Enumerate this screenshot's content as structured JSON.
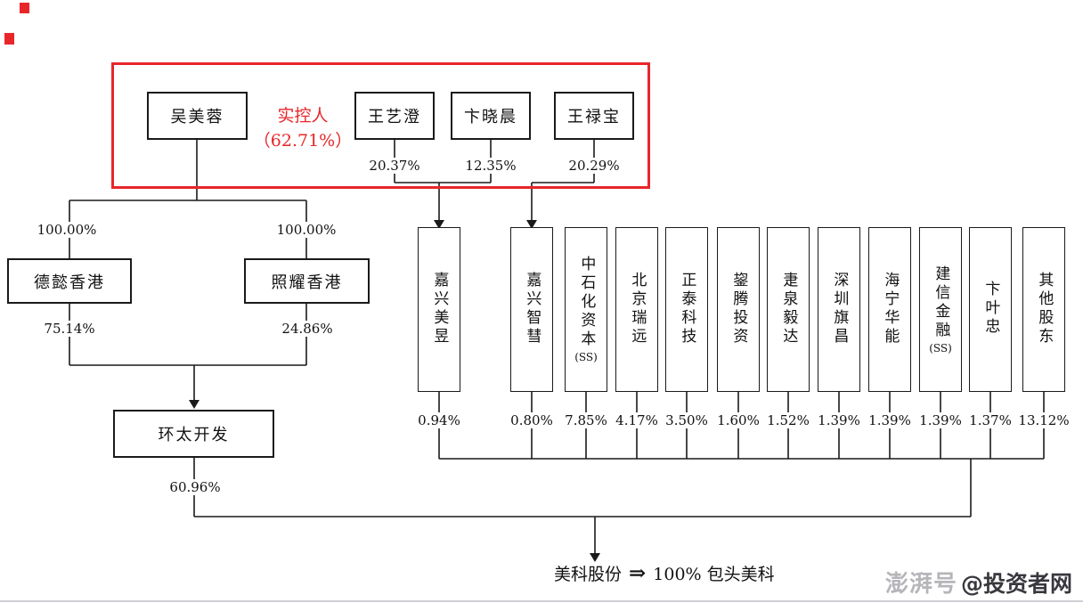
{
  "colors": {
    "accent_red": "#e8262a",
    "line_black": "#1a1a1a"
  },
  "controller_group": {
    "label_line1": "实控人",
    "label_line2": "（62.71%）",
    "persons": [
      {
        "name": "吴美蓉",
        "percent": ""
      },
      {
        "name": "王艺澄",
        "percent": "20.37%"
      },
      {
        "name": "卞晓晨",
        "percent": "12.35%"
      },
      {
        "name": "王禄宝",
        "percent": "20.29%"
      }
    ]
  },
  "hk_chain": {
    "wu_to_left_percent": "100.00%",
    "wu_to_right_percent": "100.00%",
    "left_company": "德懿香港",
    "left_company_percent": "75.14%",
    "right_company": "照耀香港",
    "right_company_percent": "24.86%",
    "dev_company": "环太开发",
    "dev_company_percent": "60.96%"
  },
  "shareholders": [
    {
      "name": "嘉兴美昱",
      "suffix": "",
      "percent": "0.94%"
    },
    {
      "name": "嘉兴智彗",
      "suffix": "",
      "percent": "0.80%"
    },
    {
      "name": "中石化资本",
      "suffix": "(SS)",
      "percent": "7.85%"
    },
    {
      "name": "北京瑞远",
      "suffix": "",
      "percent": "4.17%"
    },
    {
      "name": "正泰科技",
      "suffix": "",
      "percent": "3.50%"
    },
    {
      "name": "鋆腾投资",
      "suffix": "",
      "percent": "1.60%"
    },
    {
      "name": "疌泉毅达",
      "suffix": "",
      "percent": "1.52%"
    },
    {
      "name": "深圳旗昌",
      "suffix": "",
      "percent": "1.39%"
    },
    {
      "name": "海宁华能",
      "suffix": "",
      "percent": "1.39%"
    },
    {
      "name": "建信金融",
      "suffix": "(SS)",
      "percent": "1.39%"
    },
    {
      "name": "卞叶忠",
      "suffix": "",
      "percent": "1.37%"
    },
    {
      "name": "其他股东",
      "suffix": "",
      "percent": "13.12%"
    }
  ],
  "bottom": {
    "company": "美科股份",
    "arrow": "⇒",
    "result": "100% 包头美科"
  },
  "watermark": {
    "logo": "澎湃号",
    "handle": "@投资者网"
  }
}
